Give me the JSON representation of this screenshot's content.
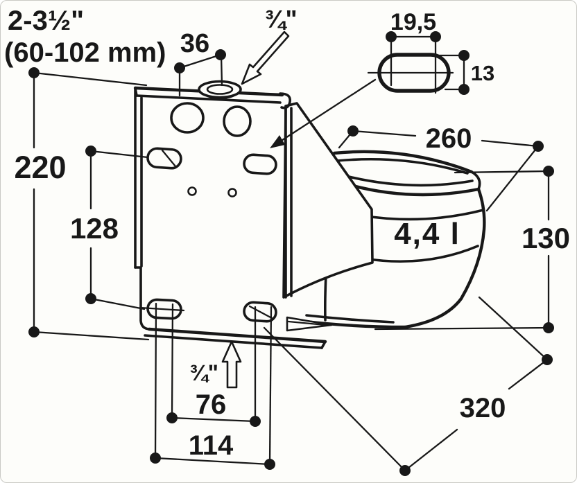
{
  "drawing": {
    "product": "wall-mounted drinking bowl dimensional drawing",
    "units": "mm",
    "pipe_clamp_range": {
      "inches": "2-3½\"",
      "metric": "(60-102 mm)"
    },
    "water_connection_top": "¾\"",
    "water_connection_bottom": "¾\"",
    "bowl_capacity": "4,4 l",
    "dims": {
      "plate_height": "220",
      "slot_row_spacing": "128",
      "top_fitting_offset": "36",
      "slot_length": "19,5",
      "slot_width": "13",
      "bowl_diameter": "260",
      "bowl_height": "130",
      "overall_depth": "320",
      "bottom_slot_spacing_inner": "76",
      "bottom_slot_spacing_outer": "114"
    },
    "colors": {
      "ink": "#181818",
      "background": "#fdfdfa",
      "border": "#c9c9c4"
    }
  }
}
